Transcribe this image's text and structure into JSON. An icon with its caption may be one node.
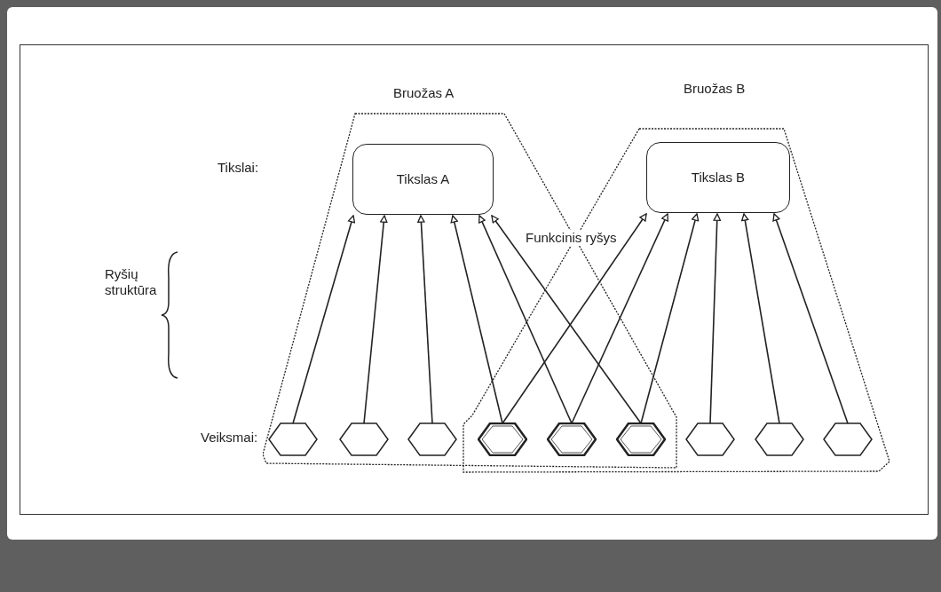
{
  "diagram": {
    "nodes": [
      {
        "text": [
          "Bruožas A"
        ]
      },
      {
        "text": [
          "Tikslas A"
        ],
        "in": 0
      },
      {
        "text": [
          "Bruožas B"
        ]
      },
      {
        "text": [
          "Tikslas B"
        ],
        "in": 2
      },
      {
        "text": [],
        "shape": "hexagon",
        "in": 0
      },
      {
        "text": [],
        "shape": "hexagon",
        "in": 0
      },
      {
        "text": [],
        "shape": "hexagon",
        "in": 0
      },
      {
        "text": [],
        "shape": "hexagon"
      },
      {
        "text": [],
        "shape": "hexagon"
      },
      {
        "text": [],
        "shape": "hexagon"
      },
      {
        "text": [],
        "shape": "hexagon",
        "in": 2
      },
      {
        "text": [],
        "shape": "hexagon",
        "in": 2
      },
      {
        "text": [],
        "shape": "hexagon",
        "in": 2
      }
    ],
    "edges": [
      {
        "from": 4,
        "to": 1,
        "arrow": "to"
      },
      {
        "from": 5,
        "to": 1,
        "arrow": "to"
      },
      {
        "from": 6,
        "to": 1,
        "arrow": "to"
      },
      {
        "from": 7,
        "to": 1,
        "arrow": "to"
      },
      {
        "from": 8,
        "to": 1,
        "arrow": "to"
      },
      {
        "from": 9,
        "to": 1,
        "arrow": "to"
      },
      {
        "from": 7,
        "to": 3,
        "arrow": "to"
      },
      {
        "from": 8,
        "to": 3,
        "arrow": "to"
      },
      {
        "from": 9,
        "to": 3,
        "arrow": "to"
      },
      {
        "from": 10,
        "to": 3,
        "arrow": "to"
      },
      {
        "from": 11,
        "to": 3,
        "arrow": "to"
      },
      {
        "from": 12,
        "to": 3,
        "arrow": "to"
      }
    ],
    "labels": [
      "Tikslai:",
      "Ryšių struktūra",
      "Veiksmai:",
      "Funkcinis ryšys"
    ]
  }
}
